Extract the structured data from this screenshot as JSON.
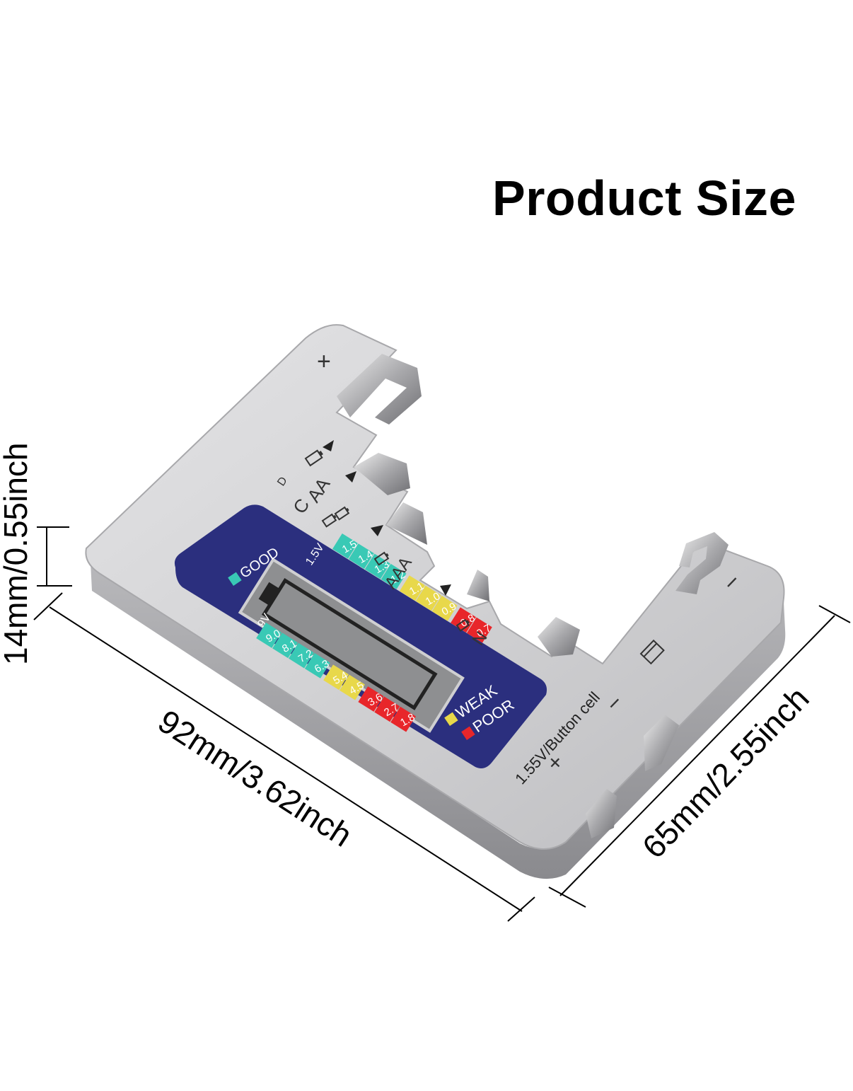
{
  "title": "Product Size",
  "dimensions": {
    "height": "14mm/0.55inch",
    "length": "92mm/3.62inch",
    "width": "65mm/2.55inch"
  },
  "device": {
    "slot_labels": [
      "D",
      "C",
      "AA",
      "AAA",
      "N"
    ],
    "plus_sign": "+",
    "minus_sign": "−",
    "button_label": "1.55V/Button cell",
    "legend": {
      "good": "GOOD",
      "weak": "WEAK",
      "poor": "POOR"
    },
    "scale_15v_label": "1.5V",
    "scale_9v_label": "9V",
    "scale_15v": {
      "good": [
        "1.5",
        "1.4",
        "1.3",
        "1.2"
      ],
      "weak": [
        "1.1",
        "1.0",
        "0.9"
      ],
      "poor": [
        "0.8",
        "0.7"
      ]
    },
    "scale_9v": {
      "good": [
        "9.0",
        "8.1",
        "7.2",
        "6.3"
      ],
      "weak": [
        "5.4",
        "4.5"
      ],
      "poor": [
        "3.6",
        "2.7",
        "1.8"
      ]
    }
  },
  "colors": {
    "panel": "#2b2f7e",
    "good": "#39c9b5",
    "weak": "#e8d84a",
    "poor": "#e8262a",
    "body": "#d4d4d6",
    "lcd": "#8e8f91"
  }
}
